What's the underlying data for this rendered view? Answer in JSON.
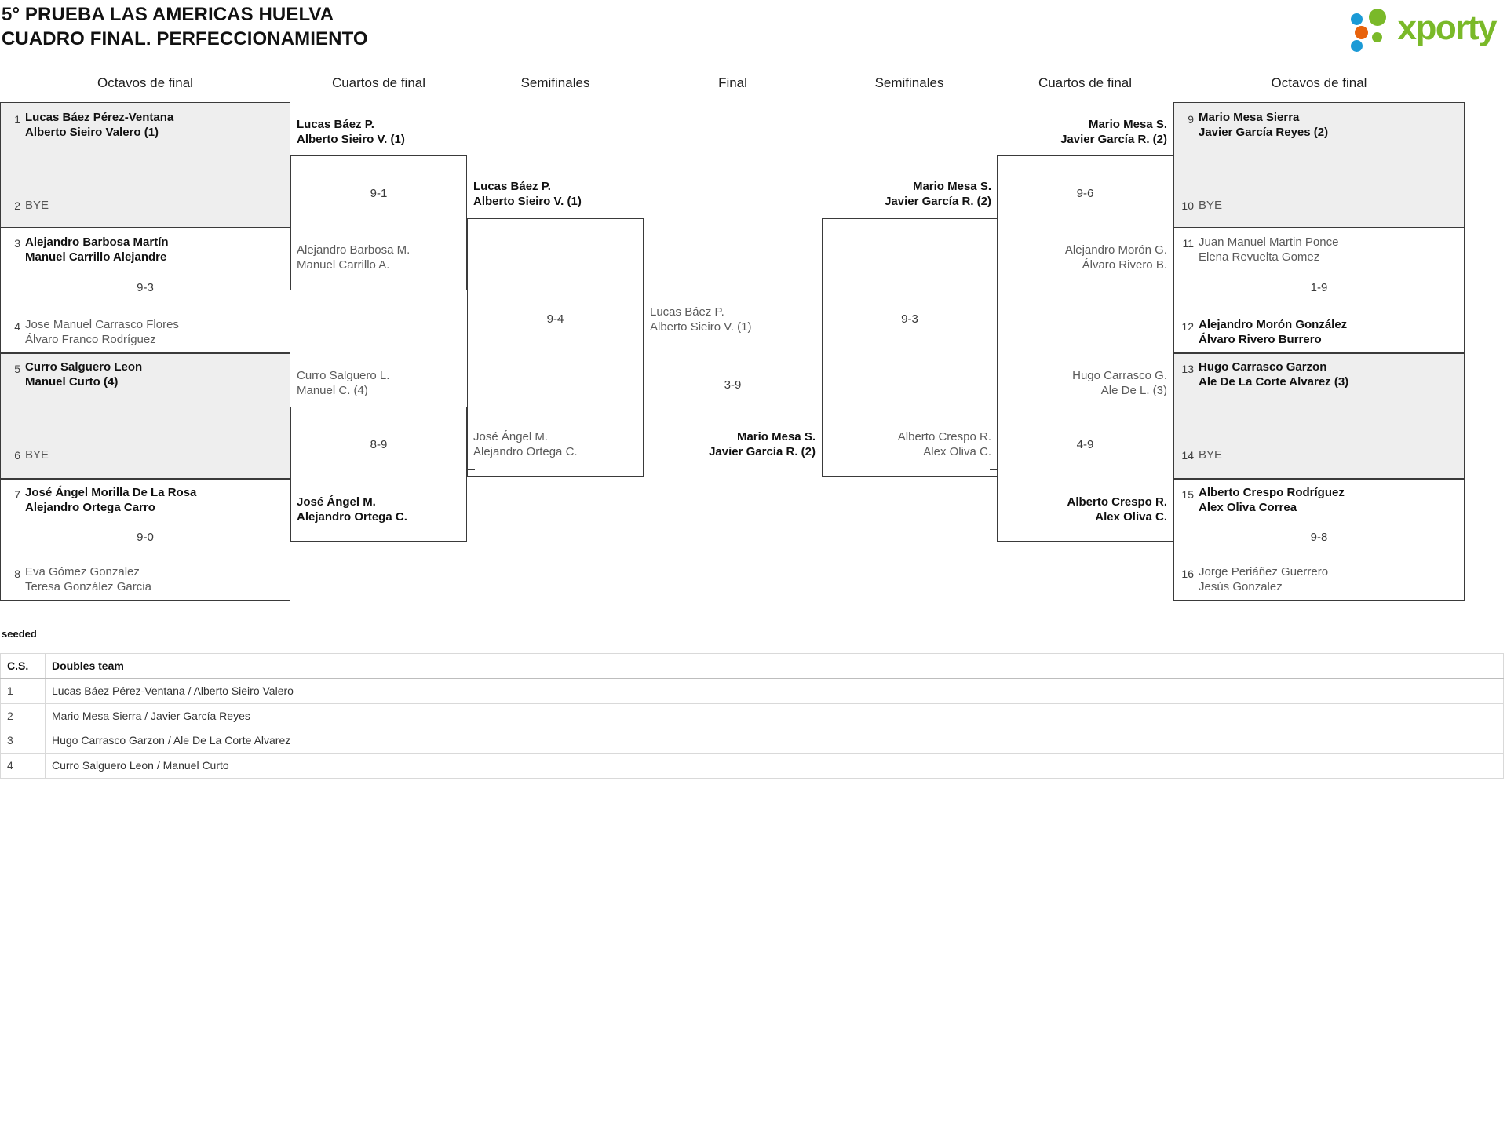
{
  "header": {
    "title_line1": "5° PRUEBA LAS AMERICAS HUELVA",
    "title_line2": "CUADRO FINAL. PERFECCIONAMIENTO",
    "logo_text": "xporty",
    "logo_colors": {
      "green": "#7ab929",
      "blue": "#1b9ad6",
      "orange": "#e8620c"
    }
  },
  "columns": {
    "r16_left": "Octavos de final",
    "qf_left": "Cuartos de final",
    "sf_left": "Semifinales",
    "final": "Final",
    "sf_right": "Semifinales",
    "qf_right": "Cuartos de final",
    "r16_right": "Octavos de final"
  },
  "bye_label": "BYE",
  "r16_left": [
    {
      "seed": "1",
      "l1": "Lucas Báez Pérez-Ventana",
      "l2": "Alberto Sieiro Valero (1)",
      "winner": true,
      "shaded": true
    },
    {
      "seed": "2",
      "l1": "BYE",
      "l2": "",
      "winner": false,
      "shaded": true,
      "bye": true
    },
    {
      "seed": "3",
      "l1": "Alejandro Barbosa Martín",
      "l2": "Manuel Carrillo Alejandre",
      "winner": true,
      "shaded": false
    },
    {
      "seed": "4",
      "l1": "Jose Manuel Carrasco Flores",
      "l2": "Álvaro Franco Rodríguez",
      "winner": false,
      "shaded": false
    },
    {
      "seed": "5",
      "l1": "Curro Salguero Leon",
      "l2": "Manuel Curto (4)",
      "winner": true,
      "shaded": true
    },
    {
      "seed": "6",
      "l1": "BYE",
      "l2": "",
      "winner": false,
      "shaded": true,
      "bye": true
    },
    {
      "seed": "7",
      "l1": "José Ángel Morilla De La Rosa",
      "l2": "Alejandro Ortega Carro",
      "winner": true,
      "shaded": false
    },
    {
      "seed": "8",
      "l1": "Eva Gómez Gonzalez",
      "l2": "Teresa González Garcia",
      "winner": false,
      "shaded": false
    }
  ],
  "r16_right": [
    {
      "seed": "9",
      "l1": "Mario Mesa Sierra",
      "l2": "Javier García Reyes (2)",
      "winner": true,
      "shaded": true
    },
    {
      "seed": "10",
      "l1": "BYE",
      "l2": "",
      "winner": false,
      "shaded": true,
      "bye": true
    },
    {
      "seed": "11",
      "l1": "Juan Manuel Martin Ponce",
      "l2": "Elena Revuelta Gomez",
      "winner": false,
      "shaded": false
    },
    {
      "seed": "12",
      "l1": "Alejandro Morón González",
      "l2": "Álvaro Rivero Burrero",
      "winner": true,
      "shaded": false
    },
    {
      "seed": "13",
      "l1": "Hugo Carrasco Garzon",
      "l2": "Ale De La Corte Alvarez (3)",
      "winner": true,
      "shaded": true
    },
    {
      "seed": "14",
      "l1": "BYE",
      "l2": "",
      "winner": false,
      "shaded": true,
      "bye": true
    },
    {
      "seed": "15",
      "l1": "Alberto Crespo Rodríguez",
      "l2": "Alex Oliva Correa",
      "winner": true,
      "shaded": false
    },
    {
      "seed": "16",
      "l1": "Jorge Periáñez Guerrero",
      "l2": "Jesús Gonzalez",
      "winner": false,
      "shaded": false
    }
  ],
  "scores_r16_left": {
    "m1": "9-3",
    "m2": "9-0"
  },
  "scores_r16_right": {
    "m1": "1-9",
    "m2": "9-8"
  },
  "qf_left": {
    "m1": {
      "score": "9-1",
      "win_l1": "Lucas Báez P.",
      "win_l2": "Alberto Sieiro V. (1)",
      "lose_l1": "Alejandro Barbosa M.",
      "lose_l2": "Manuel Carrillo A."
    },
    "m2": {
      "score": "8-9",
      "lose_l1": "Curro Salguero L.",
      "lose_l2": "Manuel C. (4)",
      "win_l1": "José Ángel M.",
      "win_l2": "Alejandro Ortega C."
    }
  },
  "qf_right": {
    "m1": {
      "score": "9-6",
      "win_l1": "Mario Mesa S.",
      "win_l2": "Javier García R. (2)",
      "lose_l1": "Alejandro Morón G.",
      "lose_l2": "Álvaro Rivero B."
    },
    "m2": {
      "score": "4-9",
      "lose_l1": "Hugo Carrasco G.",
      "lose_l2": "Ale De L. (3)",
      "win_l1": "Alberto Crespo R.",
      "win_l2": "Alex Oliva C."
    }
  },
  "sf_left": {
    "score": "9-4",
    "win_l1": "Lucas Báez P.",
    "win_l2": "Alberto Sieiro V. (1)",
    "lose_l1": "José Ángel M.",
    "lose_l2": "Alejandro Ortega C."
  },
  "sf_right": {
    "score": "9-3",
    "win_l1": "Mario Mesa S.",
    "win_l2": "Javier García R. (2)",
    "lose_l1": "Alberto Crespo R.",
    "lose_l2": "Alex Oliva C."
  },
  "final_match": {
    "score": "3-9",
    "lose_l1": "Lucas Báez P.",
    "lose_l2": "Alberto Sieiro V. (1)",
    "win_l1": "Mario Mesa S.",
    "win_l2": "Javier García R. (2)"
  },
  "seeded": {
    "label": "seeded",
    "headers": [
      "C.S.",
      "Doubles team"
    ],
    "rows": [
      [
        "1",
        "Lucas Báez Pérez-Ventana / Alberto Sieiro Valero"
      ],
      [
        "2",
        "Mario Mesa Sierra / Javier García Reyes"
      ],
      [
        "3",
        "Hugo Carrasco Garzon / Ale De La Corte Alvarez"
      ],
      [
        "4",
        "Curro Salguero Leon / Manuel Curto"
      ]
    ]
  }
}
